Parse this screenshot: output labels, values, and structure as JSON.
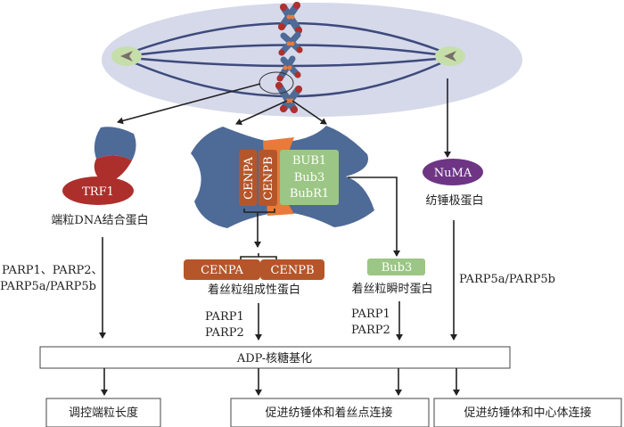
{
  "colors": {
    "cell": "#d5d9ea",
    "spindle": "#3d4a7c",
    "chromosome": "#4e6a96",
    "telomere": "#b0302c",
    "centromere": "#e87a3a",
    "pole": "#c6dfaa",
    "kinetochore": "#4e6a96",
    "cenp_box": "#b5562a",
    "bub_box": "#9cc685",
    "trf1": "#ad2f2c",
    "numa": "#6e3585"
  },
  "proteins": {
    "trf1": {
      "name": "TRF1",
      "label": "端粒DNA结合蛋白",
      "enzymes": [
        "PARP1、PARP2、",
        "PARP5a/PARP5b"
      ]
    },
    "kinetochore": {
      "cenpa": "CENPA",
      "cenpb": "CENPB",
      "bub": [
        "BUB1",
        "Bub3",
        "BubR1"
      ]
    },
    "constitutive": {
      "cenpa": "CENPA",
      "cenpb": "CENPB",
      "label": "着丝粒组成性蛋白",
      "enzymes": [
        "PARP1",
        "PARP2"
      ]
    },
    "transient": {
      "name": "Bub3",
      "label": "着丝粒瞬时蛋白",
      "enzymes": [
        "PARP1",
        "PARP2"
      ]
    },
    "numa": {
      "name": "NuMA",
      "label": "纺锤极蛋白",
      "enzymes": [
        "PARP5a/PARP5b"
      ]
    }
  },
  "process": "ADP-核糖基化",
  "outcomes": [
    "调控端粒长度",
    "促进纺锤体和着丝点连接",
    "促进纺锤体和中心体连接"
  ]
}
